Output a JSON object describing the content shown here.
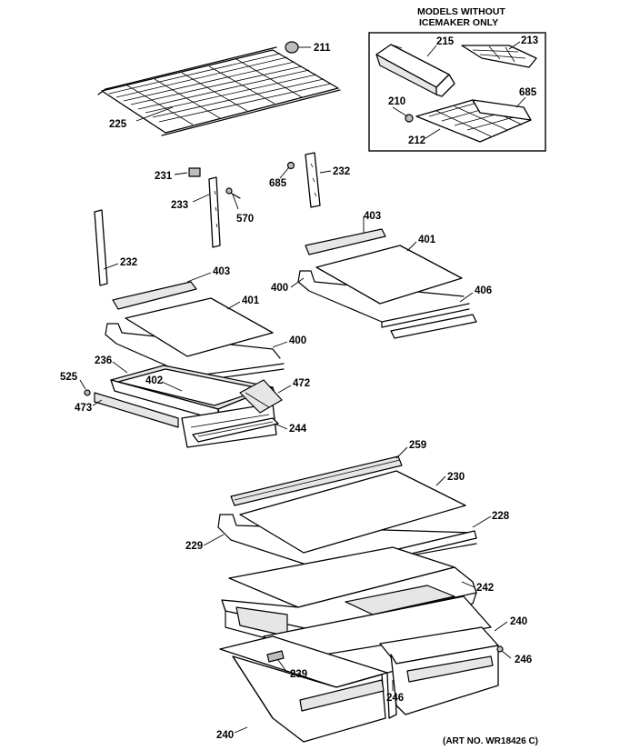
{
  "inset": {
    "header_line1": "MODELS WITHOUT",
    "header_line2": "ICEMAKER ONLY"
  },
  "art_number": "(ART NO. WR18426 C)",
  "parts": {
    "p211": "211",
    "p225": "225",
    "p215": "215",
    "p213": "213",
    "p210": "210",
    "p685_inset": "685",
    "p212": "212",
    "p231": "231",
    "p233": "233",
    "p570": "570",
    "p685": "685",
    "p232_right": "232",
    "p232_left": "232",
    "p403_left": "403",
    "p401_left": "401",
    "p400_left": "400",
    "p236": "236",
    "p402": "402",
    "p472": "472",
    "p525": "525",
    "p473": "473",
    "p244": "244",
    "p403_right": "403",
    "p401_right": "401",
    "p400_right": "400",
    "p406": "406",
    "p259": "259",
    "p230": "230",
    "p228": "228",
    "p229": "229",
    "p242": "242",
    "p240_right": "240",
    "p246_right": "246",
    "p239": "239",
    "p246_mid": "246",
    "p240_left": "240"
  }
}
